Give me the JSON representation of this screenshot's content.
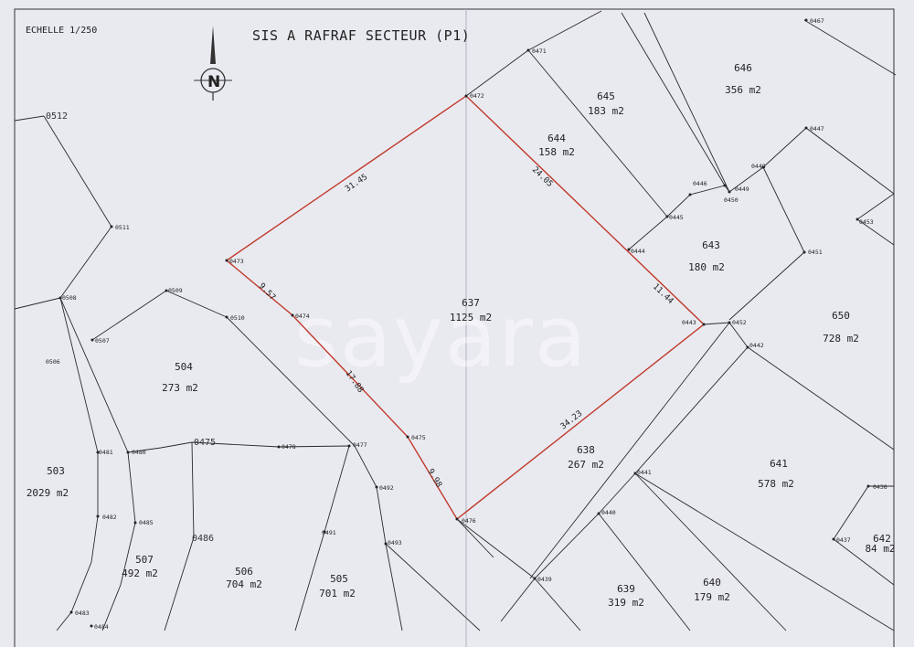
{
  "header": {
    "title": "SIS A RAFRAF SECTEUR (P1)",
    "scale": "ECHELLE 1/250",
    "north_label": "N"
  },
  "watermark": "sayara",
  "colors": {
    "boundary": "#c0392b",
    "lines": "#2a2a2a",
    "paper": "#e9eaf0"
  },
  "parcels": [
    {
      "id": "646",
      "area": "356 m2"
    },
    {
      "id": "645",
      "area": "183 m2"
    },
    {
      "id": "644",
      "area": "158 m2"
    },
    {
      "id": "643",
      "area": "180 m2"
    },
    {
      "id": "637",
      "area": "1125 m2"
    },
    {
      "id": "650",
      "area": "728 m2"
    },
    {
      "id": "504",
      "area": "273 m2"
    },
    {
      "id": "503",
      "area": "2029 m2"
    },
    {
      "id": "638",
      "area": "267 m2"
    },
    {
      "id": "641",
      "area": "578 m2"
    },
    {
      "id": "642",
      "area": "84 m2"
    },
    {
      "id": "507",
      "area": "492 m2"
    },
    {
      "id": "506",
      "area": "704 m2"
    },
    {
      "id": "505",
      "area": "701 m2"
    },
    {
      "id": "639",
      "area": "319 m2"
    },
    {
      "id": "640",
      "area": "179 m2"
    }
  ],
  "dimensions": [
    "31.45",
    "24.05",
    "9.57",
    "11.44",
    "17.88",
    "34.23",
    "9.98"
  ],
  "points": [
    "0467",
    "0471",
    "0472",
    "0447",
    "0448",
    "0446",
    "0449",
    "0450",
    "0445",
    "0444",
    "0451",
    "0453",
    "0473",
    "0474",
    "0443",
    "0452",
    "0442",
    "0509",
    "0510",
    "0507",
    "0506",
    "0508",
    "0511",
    "0475",
    "0478",
    "0477",
    "0480",
    "0481",
    "0482",
    "0485",
    "0492",
    "0476",
    "0441",
    "0440",
    "0493",
    "0491",
    "0439",
    "0436",
    "0437",
    "0483",
    "0484"
  ],
  "big_labels": [
    "0512",
    "0475",
    "0486"
  ]
}
